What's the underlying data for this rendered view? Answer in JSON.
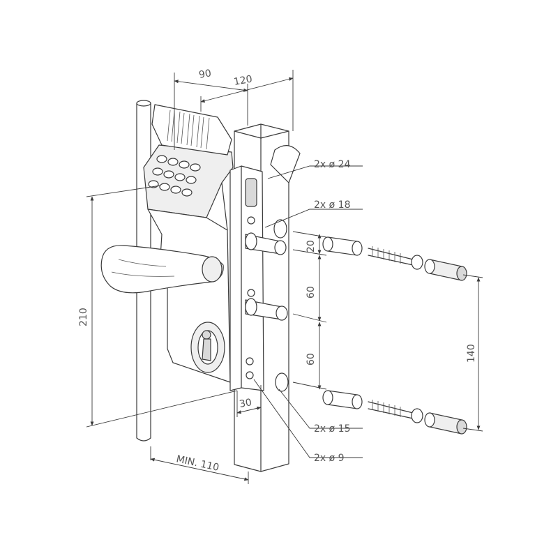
{
  "dimensions": {
    "width_90": "90",
    "width_120": "120",
    "height_210": "210",
    "spacing_20": "20",
    "spacing_60_upper": "60",
    "spacing_60_lower": "60",
    "spacing_140": "140",
    "depth_30": "30",
    "min_110": "MIN. 110"
  },
  "callouts": {
    "d24": "2x ø 24",
    "d18": "2x ø 18",
    "d15": "2x ø 15",
    "d9": "2x ø 9"
  }
}
